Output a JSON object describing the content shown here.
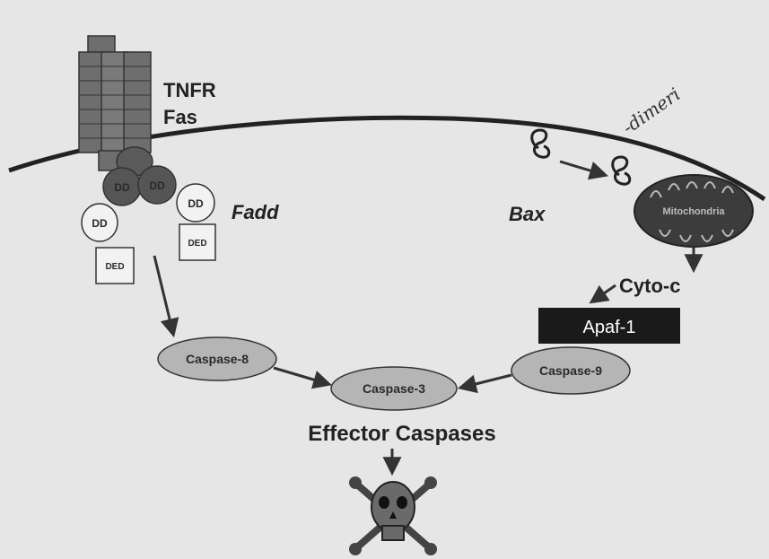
{
  "receptor": {
    "label_line1": "TNFR",
    "label_line2": "Fas"
  },
  "adaptor": {
    "label": "Fadd",
    "dd": "DD",
    "ded": "DED"
  },
  "bax": {
    "label": "Bax"
  },
  "mitochondrion": {
    "label": "Mitochondria"
  },
  "cytoc": {
    "label": "Cyto-c"
  },
  "apaf": {
    "label": "Apaf-1"
  },
  "caspases": {
    "c8": "Caspase-8",
    "c9": "Caspase-9",
    "c3": "Caspase-3",
    "effector_label": "Effector Caspases"
  },
  "annotation": {
    "handwritten": "-dimeri"
  },
  "colors": {
    "background": "#e6e6e6",
    "receptor": "#6e6e6e",
    "dd_dark": "#555555",
    "caspase_fill": "#b5b5b5",
    "apaf_fill": "#1a1a1a",
    "mito_fill": "#3c3c3c"
  },
  "icons": {
    "death": "skull-crossbones-icon"
  }
}
